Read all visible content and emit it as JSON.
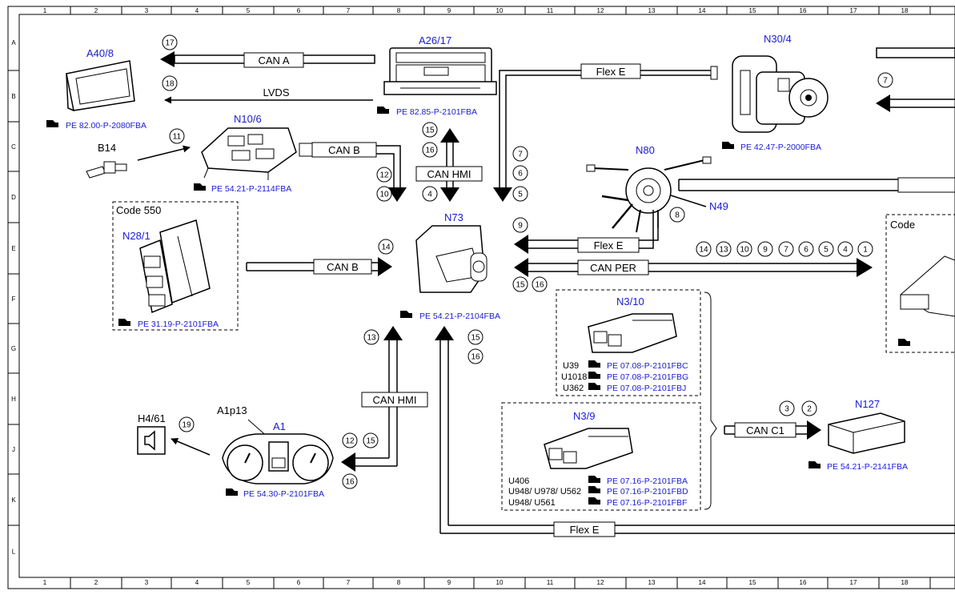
{
  "columns": [
    "1",
    "2",
    "3",
    "4",
    "5",
    "6",
    "7",
    "8",
    "9",
    "10",
    "11",
    "12",
    "13",
    "14",
    "15",
    "16",
    "17",
    "18"
  ],
  "rows": [
    "A",
    "B",
    "C",
    "D",
    "E",
    "F",
    "G",
    "H",
    "J",
    "K",
    "L"
  ],
  "components": {
    "a40_8": {
      "name": "A40/8",
      "ref": "PE 82.00-P-2080FBA"
    },
    "a26_17": {
      "name": "A26/17",
      "ref": "PE 82.85-P-2101FBA"
    },
    "n30_4": {
      "name": "N30/4",
      "ref": "PE 42.47-P-2000FBA"
    },
    "n10_6": {
      "name": "N10/6",
      "ref": "PE 54.21-P-2114FBA"
    },
    "b14": {
      "name": "B14"
    },
    "n80": {
      "name": "N80"
    },
    "n49": {
      "name": "N49"
    },
    "code550": {
      "label": "Code 550"
    },
    "n28_1": {
      "name": "N28/1",
      "ref": "PE 31.19-P-2101FBA"
    },
    "n73": {
      "name": "N73",
      "ref": "PE 54.21-P-2104FBA"
    },
    "code_right": {
      "label": "Code"
    },
    "n3_10": {
      "name": "N3/10",
      "rows": [
        {
          "code": "U39",
          "ref": "PE 07.08-P-2101FBC"
        },
        {
          "code": "U1018",
          "ref": "PE 07.08-P-2101FBG"
        },
        {
          "code": "U362",
          "ref": "PE 07.08-P-2101FBJ"
        }
      ]
    },
    "n3_9": {
      "name": "N3/9",
      "rows": [
        {
          "code": "U406",
          "ref": "PE 07.16-P-2101FBA"
        },
        {
          "code": "U948/ U978/ U562",
          "ref": "PE 07.16-P-2101FBD"
        },
        {
          "code": "U948/ U561",
          "ref": "PE 07.16-P-2101FBF"
        }
      ]
    },
    "n127": {
      "name": "N127",
      "ref": "PE 54.21-P-2141FBA"
    },
    "h4_61": {
      "name": "H4/61"
    },
    "a1p13": {
      "name": "A1p13"
    },
    "a1": {
      "name": "A1",
      "ref": "PE 54.30-P-2101FBA"
    }
  },
  "bus_labels": {
    "can_a": "CAN A",
    "lvds": "LVDS",
    "flex_e_top": "Flex E",
    "can_b_top": "CAN B",
    "can_hmi_top": "CAN HMI",
    "can_b_left": "CAN B",
    "flex_e_mid": "Flex E",
    "can_per": "CAN PER",
    "can_hmi_bottom": "CAN HMI",
    "can_c1": "CAN C1",
    "flex_e_bottom": "Flex E"
  },
  "circled": {
    "c17": "17",
    "c18": "18",
    "c11": "11",
    "c15a": "15",
    "c16a": "16",
    "c12a": "12",
    "c10a": "10",
    "c4": "4",
    "c7a": "7",
    "c6a": "6",
    "c5a": "5",
    "c7b": "7",
    "c8": "8",
    "c14a": "14",
    "c9a": "9",
    "c15b": "15",
    "c16b": "16",
    "r14": "14",
    "r13": "13",
    "r10": "10",
    "r9": "9",
    "r7": "7",
    "r6": "6",
    "r5": "5",
    "r4": "4",
    "r1": "1",
    "c13": "13",
    "c15c": "15",
    "c16c": "16",
    "c12b": "12",
    "c15d": "15",
    "c16d": "16",
    "c19": "19",
    "c3": "3",
    "c2": "2"
  }
}
